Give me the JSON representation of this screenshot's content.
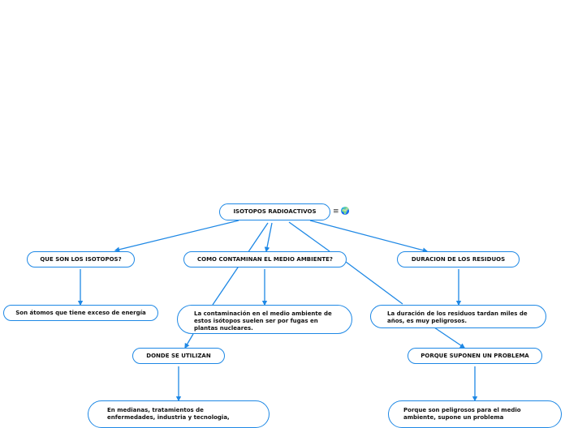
{
  "root": {
    "label": "ISOTOPOS RADIOACTIVOS",
    "icons": [
      "menu-icon",
      "globe-icon"
    ]
  },
  "nodes": {
    "que_son": "QUE SON LOS ISOTOPOS?",
    "como_contaminan": "COMO CONTAMINAN EL MEDIO AMBIENTE?",
    "duracion": "DURACION DE LOS RESIDUOS",
    "son_atomos": "Son átomos que tiene exceso de energía",
    "contaminacion": "La contaminación en el medio ambiente de estos isótopos suelen ser por fugas en plantas nucleares.",
    "duracion_residuos": "La duración de los residuos tardan miles de años, es muy peligrosos.",
    "donde_utilizan": "DONDE SE UTILIZAN",
    "porque_problema": "PORQUE SUPONEN UN PROBLEMA",
    "en_medianas": "En medianas, tratamientos de enfermedades, industria y tecnologia,",
    "porque_peligrosos": "Porque son peligrosos para el medio ambiente, supone un problema"
  },
  "colors": {
    "accent": "#1e88e5",
    "text": "#111111",
    "background": "#ffffff"
  }
}
